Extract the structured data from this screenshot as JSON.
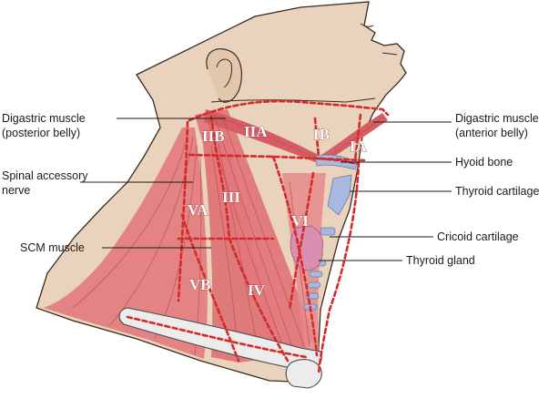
{
  "labels": {
    "digastric_posterior_line1": "Digastric muscle",
    "digastric_posterior_line2": "(posterior belly)",
    "spinal_accessory_line1": "Spinal accessory",
    "spinal_accessory_line2": "nerve",
    "scm_muscle": "SCM muscle",
    "digastric_anterior_line1": "Digastric muscle",
    "digastric_anterior_line2": "(anterior belly)",
    "hyoid_bone": "Hyoid bone",
    "thyroid_cartilage": "Thyroid cartilage",
    "cricoid_cartilage": "Cricoid cartilage",
    "thyroid_gland": "Thyroid gland"
  },
  "zones": {
    "IA": "IA",
    "IB": "IB",
    "IIA": "IIA",
    "IIB": "IIB",
    "III": "III",
    "IV": "IV",
    "VA": "VA",
    "VB": "VB",
    "VI": "VI"
  },
  "colors": {
    "skin": "#e9d3bd",
    "skin_outline": "#3a2a20",
    "muscle": "#e37a7c",
    "muscle_dark": "#c44a4f",
    "zone_border": "#d42a2a",
    "cartilage": "#a9b8de",
    "thyroid_gland": "#d98fb0",
    "bone": "#ececec"
  }
}
